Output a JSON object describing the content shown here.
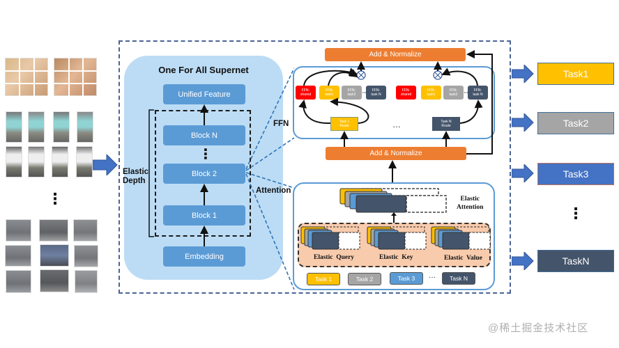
{
  "supernet": {
    "title": "One For All Supernet",
    "blocks": {
      "unified": "Unified Feature",
      "block_n": "Block N",
      "block_2": "Block 2",
      "block_1": "Block 1",
      "embedding": "Embedding"
    },
    "elastic_depth_label": "Elastic\nDepth",
    "vertical_ellipsis": "⋮"
  },
  "side_labels": {
    "ffn": "FFN",
    "attention": "Attention"
  },
  "ffn": {
    "add_normalize_top": "Add & Normalize",
    "add_normalize_bottom": "Add & Normalize",
    "left_group": [
      {
        "label": "FFN-\nshared",
        "color": "#ff0000"
      },
      {
        "label": "FFN-\ntask1",
        "color": "#ffc000"
      },
      {
        "label": "FFN-\ntask2",
        "color": "#a5a5a5"
      },
      {
        "label": "FFN-\ntask N",
        "color": "#44546a"
      }
    ],
    "right_group": [
      {
        "label": "FFN-\nshared",
        "color": "#ff0000"
      },
      {
        "label": "FFN-\ntask1",
        "color": "#ffc000"
      },
      {
        "label": "FFN-\ntask2",
        "color": "#a5a5a5"
      },
      {
        "label": "FFN-\ntask N",
        "color": "#44546a"
      }
    ],
    "route_left": "Task 1\nRoute",
    "route_right": "Task N\nRoute",
    "ellipsis": "…",
    "combine_symbol": "⊗"
  },
  "attention": {
    "elastic_attention_label": "Elastic\nAttention",
    "query_label": "Elastic  Query",
    "key_label": "Elastic  Key",
    "value_label": "Elastic  Value",
    "task_chips": [
      {
        "label": "Task 1",
        "color": "#ffc000"
      },
      {
        "label": "Task 2",
        "color": "#a5a5a5"
      },
      {
        "label": "Task 3",
        "color": "#5b9bd5"
      },
      {
        "label": "Task N",
        "color": "#44546a"
      }
    ],
    "ellipsis": "···"
  },
  "outputs": {
    "tasks": [
      {
        "label": "Task1",
        "color": "#ffc000"
      },
      {
        "label": "Task2",
        "color": "#a5a5a5"
      },
      {
        "label": "Task3",
        "color": "#4472c4"
      },
      {
        "label": "TaskN",
        "color": "#44546a"
      }
    ],
    "ellipsis": "⋮"
  },
  "inputs": {
    "groups": [
      "faces",
      "pedestrians",
      "vehicles"
    ],
    "ellipsis": "⋮"
  },
  "colors": {
    "block_blue": "#5b9bd5",
    "supernet_bg": "#bcdcf5",
    "orange": "#ed7d31",
    "arrow_blue": "#4472c4",
    "dash_border": "#4a6394"
  },
  "watermark": "@稀土掘金技术社区"
}
